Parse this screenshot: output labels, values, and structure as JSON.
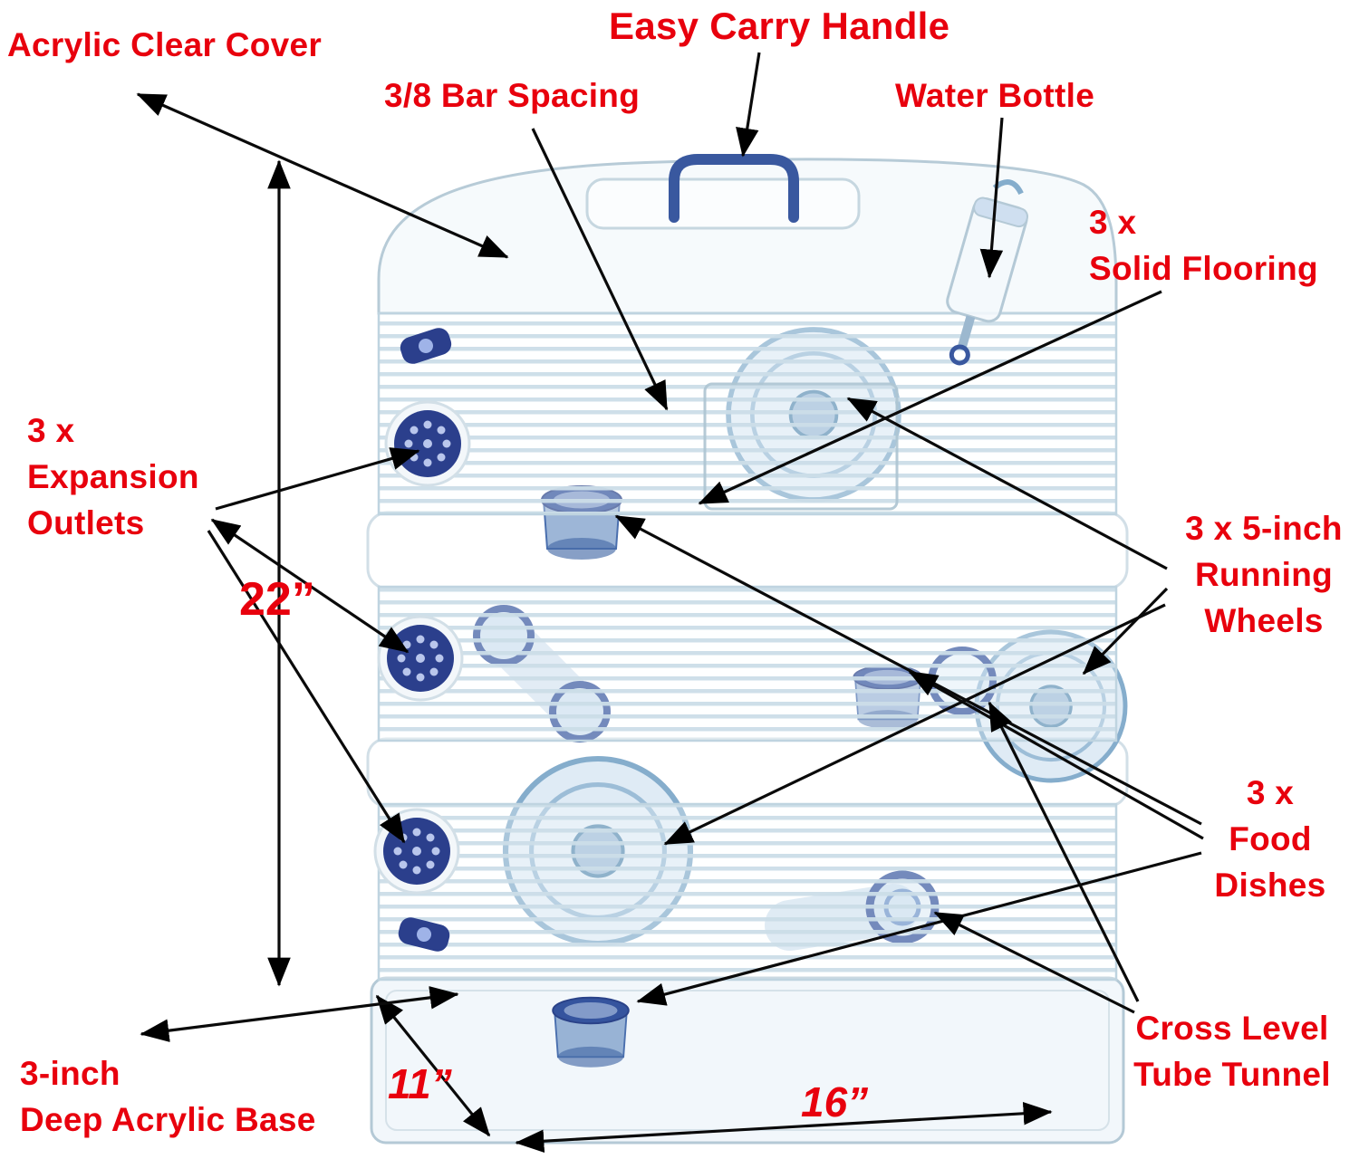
{
  "title": "Three-level clear hamster cage feature diagram",
  "colors": {
    "label_red": "#e8000d",
    "arrow_black": "#0a0a0a",
    "accent_navy": "#2b3f8c",
    "handle_blue": "#39589f",
    "light_blue": "#a9c9e4",
    "wire_gray_blue": "#cbdde8"
  },
  "callouts": {
    "acrylic_cover": "Acrylic Clear Cover",
    "carry_handle": "Easy Carry Handle",
    "bar_spacing": "3/8 Bar Spacing",
    "water_bottle": "Water Bottle",
    "solid_flooring": "3 x\nSolid Flooring",
    "expansion_outlets": "3 x\nExpansion\nOutlets",
    "running_wheels": "3 x 5-inch\nRunning\nWheels",
    "food_dishes": "3 x\nFood\nDishes",
    "tube_tunnel": "Cross Level\nTube Tunnel",
    "acrylic_base": "3-inch\nDeep Acrylic Base"
  },
  "dimensions": {
    "height": "22”",
    "depth": "11”",
    "width": "16”"
  }
}
